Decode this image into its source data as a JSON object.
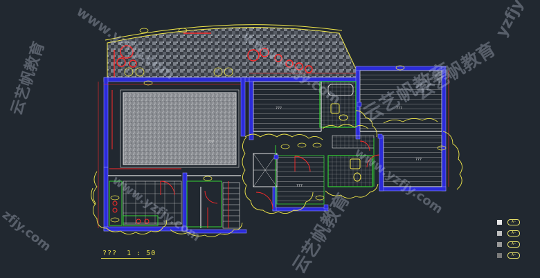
{
  "drawing": {
    "scale_label": "???  1 : 50",
    "room_tag": "???",
    "colors": {
      "background": "#212830",
      "wall": "#2b2bd8",
      "wall_outline": "#8f8fff",
      "partition": "#e0e0e0",
      "green": "#35d435",
      "red": "#ff2a2a",
      "yellow": "#f2e84a",
      "cyan": "#3fd0e0"
    }
  },
  "legend": {
    "items": [
      {
        "swatch": "#e8e8e8",
        "tag": "A~"
      },
      {
        "swatch": "#c0c0c0",
        "tag": "A~"
      },
      {
        "swatch": "#9a9a9a",
        "tag": "A~"
      },
      {
        "swatch": "#7a7a7a",
        "tag": "A~"
      }
    ]
  },
  "watermarks": {
    "brand_cn": "云艺帆教育",
    "url": "www.yzfjy.com",
    "short": "yzfjy",
    "tail": "zfjy.com"
  }
}
